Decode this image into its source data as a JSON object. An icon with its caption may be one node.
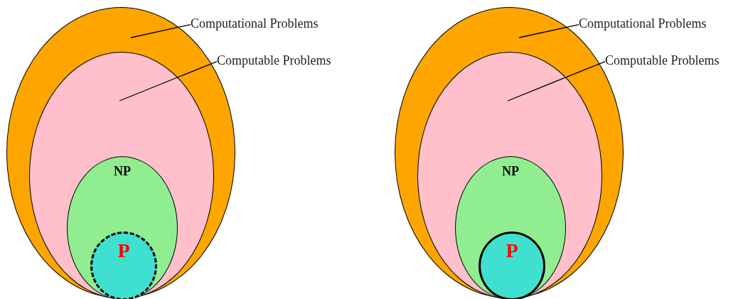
{
  "diagram": {
    "nodes": [
      {
        "text": [],
        "shape": "ellipse"
      },
      {
        "text": [],
        "shape": "ellipse",
        "in": 0
      },
      {
        "text": [
          "NP"
        ],
        "in": 1
      },
      {
        "text": [
          "P"
        ],
        "in": 2
      },
      {
        "text": [
          "Computational Problems"
        ]
      },
      {
        "text": [
          "Computable Problems"
        ]
      },
      {
        "text": [],
        "shape": "ellipse"
      },
      {
        "text": [],
        "shape": "ellipse",
        "in": 6
      },
      {
        "text": [
          "NP"
        ],
        "in": 7
      },
      {
        "text": [
          "P"
        ],
        "in": 8
      },
      {
        "text": [
          "Computational Problems"
        ]
      },
      {
        "text": [
          "Computable Problems"
        ]
      }
    ],
    "edges": [
      {
        "from": 4,
        "to": 0,
        "arrow": "none"
      },
      {
        "from": 5,
        "to": 1,
        "arrow": "none"
      },
      {
        "from": 10,
        "to": 6,
        "arrow": "none"
      },
      {
        "from": 11,
        "to": 7,
        "arrow": "none"
      }
    ]
  }
}
